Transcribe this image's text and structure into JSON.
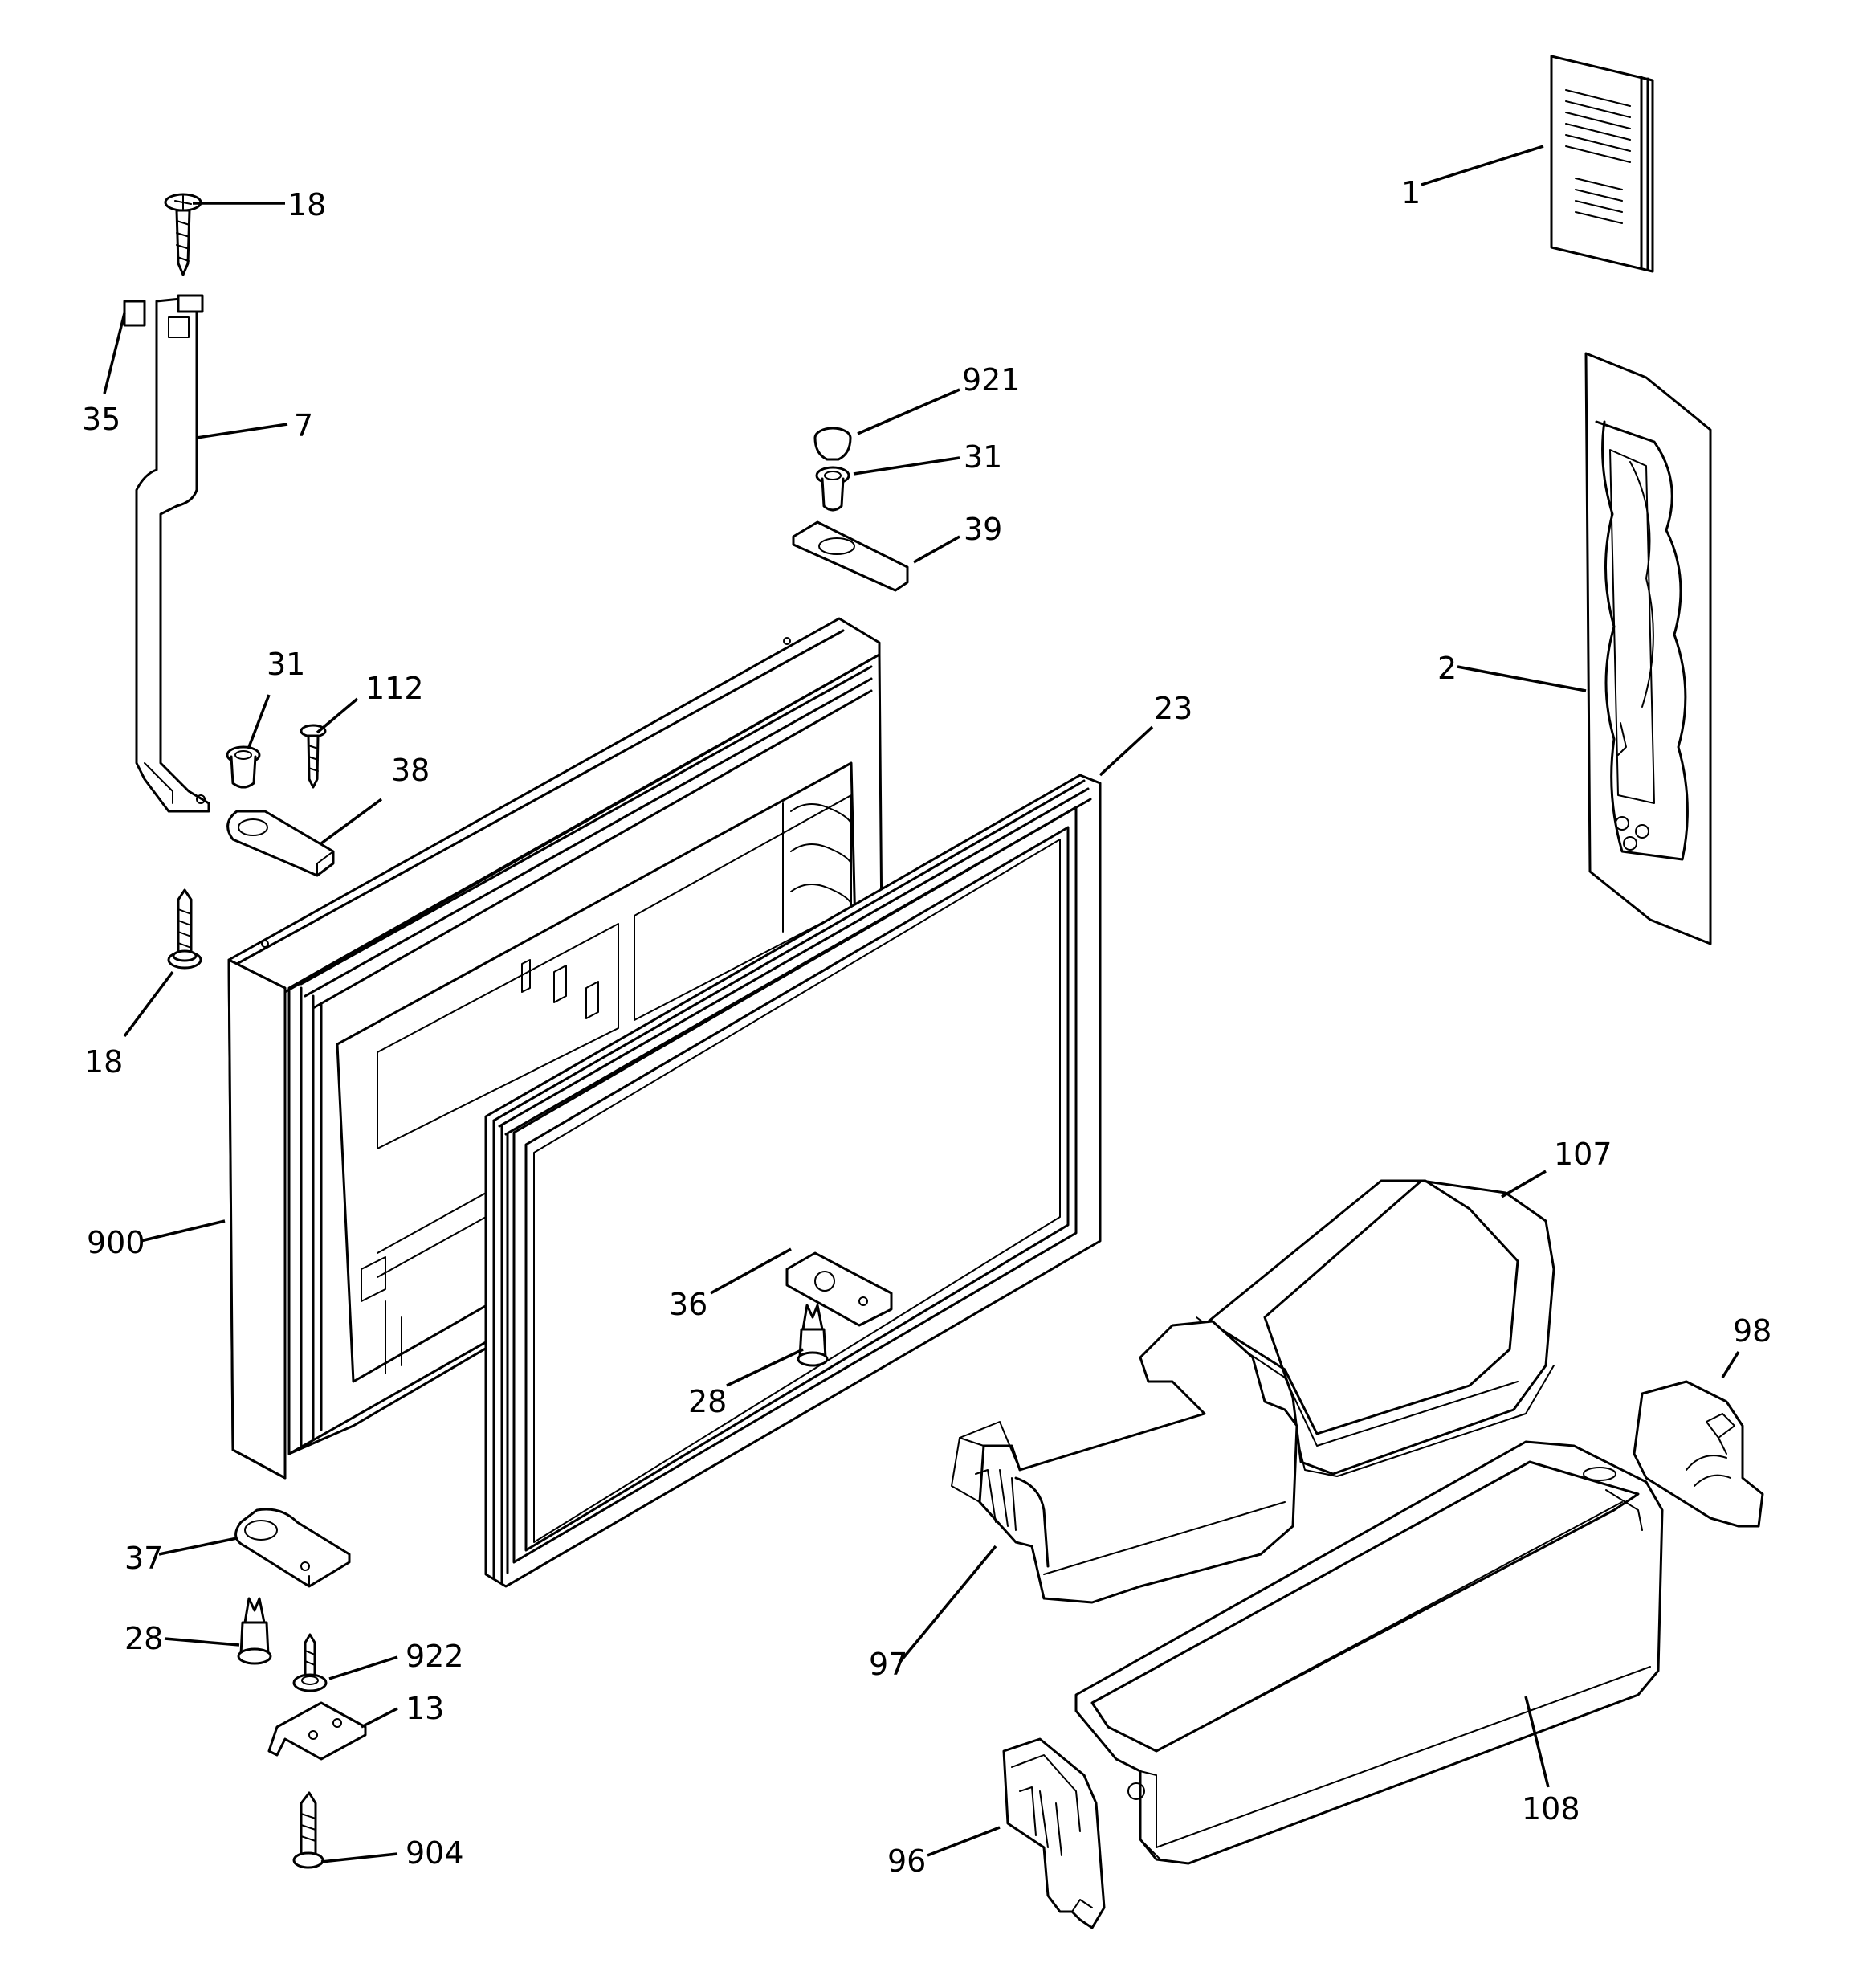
{
  "callouts": {
    "c_1": "1",
    "c_2": "2",
    "c_7": "7",
    "c_13": "13",
    "c_18a": "18",
    "c_18b": "18",
    "c_23": "23",
    "c_28a": "28",
    "c_28b": "28",
    "c_31a": "31",
    "c_31b": "31",
    "c_35": "35",
    "c_36": "36",
    "c_37": "37",
    "c_38": "38",
    "c_39": "39",
    "c_96": "96",
    "c_97": "97",
    "c_98": "98",
    "c_107": "107",
    "c_108": "108",
    "c_112": "112",
    "c_900": "900",
    "c_904": "904",
    "c_921": "921",
    "c_922": "922"
  }
}
